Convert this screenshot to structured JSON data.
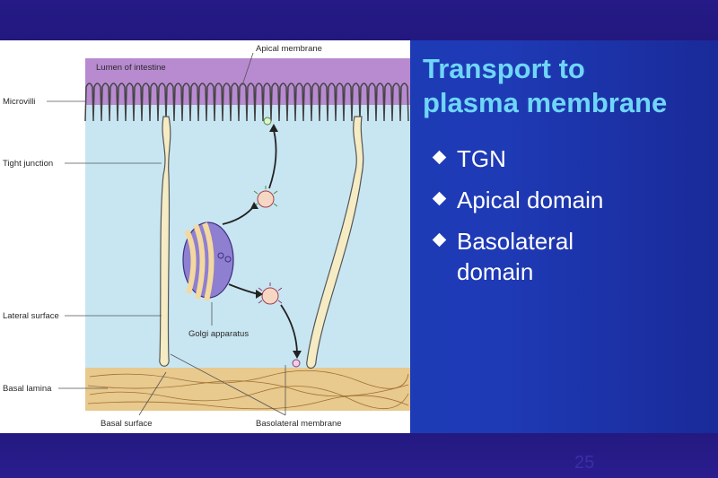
{
  "slide": {
    "title_line1": "Transport to",
    "title_line2": "plasma membrane",
    "bullets": [
      "TGN",
      "Apical domain",
      "Basolateral",
      "domain"
    ],
    "page_number": "25"
  },
  "figure": {
    "labels": {
      "apical_membrane": "Apical membrane",
      "lumen": "Lumen of intestine",
      "microvilli": "Microvilli",
      "tight_junction": "Tight  junction",
      "lateral_surface": "Lateral surface",
      "golgi": "Golgi apparatus",
      "basal_lamina": "Basal lamina",
      "basal_surface": "Basal surface",
      "basolateral_membrane": "Basolateral membrane"
    }
  },
  "colors": {
    "title": "#6fd6f8",
    "background": "#1a1267",
    "lumen": "#b88ad0",
    "cytoplasm": "#c8e6f2",
    "golgi": "#8f7fd0"
  }
}
